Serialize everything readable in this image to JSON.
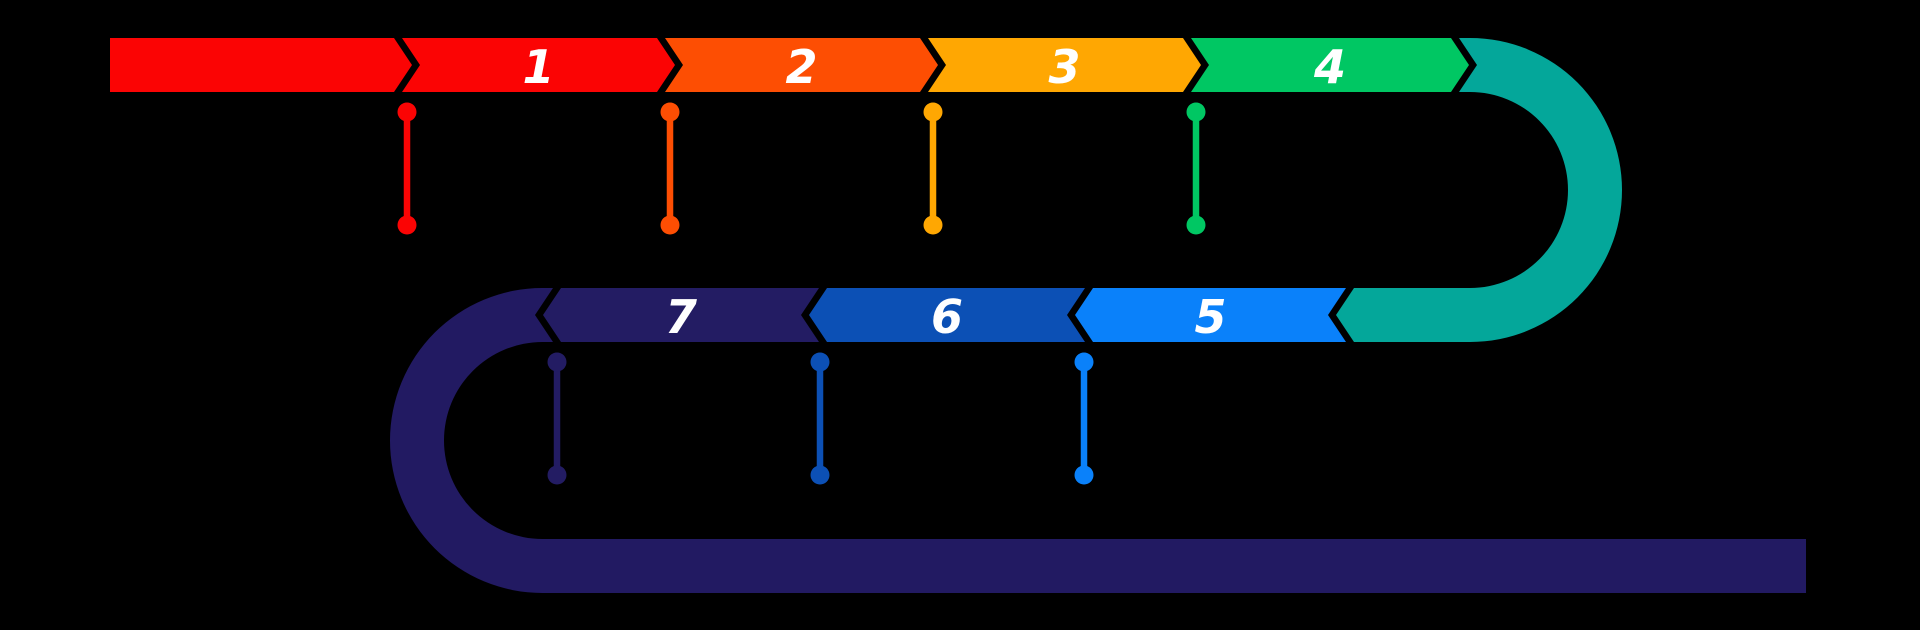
{
  "background_color": "#000000",
  "diagram": {
    "type": "snake-process-timeline",
    "description": "Seven numbered chevron steps in a serpentine flow with U-turn connectors and milestone pin markers",
    "label_color": "#FFFFFF",
    "steps": [
      {
        "id": "lead-in",
        "label": "",
        "color": "#FB0404",
        "row": "top"
      },
      {
        "id": "step-1",
        "label": "1",
        "color": "#FB0404",
        "row": "top"
      },
      {
        "id": "step-2",
        "label": "2",
        "color": "#FD4E03",
        "row": "top"
      },
      {
        "id": "step-3",
        "label": "3",
        "color": "#FFA702",
        "row": "top"
      },
      {
        "id": "step-4",
        "label": "4",
        "color": "#00C763",
        "row": "top"
      },
      {
        "id": "step-5",
        "label": "5",
        "color": "#0A81FA",
        "row": "bottom"
      },
      {
        "id": "step-6",
        "label": "6",
        "color": "#0C50B5",
        "row": "bottom"
      },
      {
        "id": "step-7",
        "label": "7",
        "color": "#231C63",
        "row": "bottom"
      }
    ],
    "connectors": {
      "right_uturn_color": "#04A79A",
      "left_uturn_color": "#221A62"
    },
    "markers": {
      "top_row_steps": [
        "step-1",
        "step-2",
        "step-3",
        "step-4"
      ],
      "bottom_row_steps": [
        "step-7",
        "step-6",
        "step-5"
      ]
    }
  }
}
